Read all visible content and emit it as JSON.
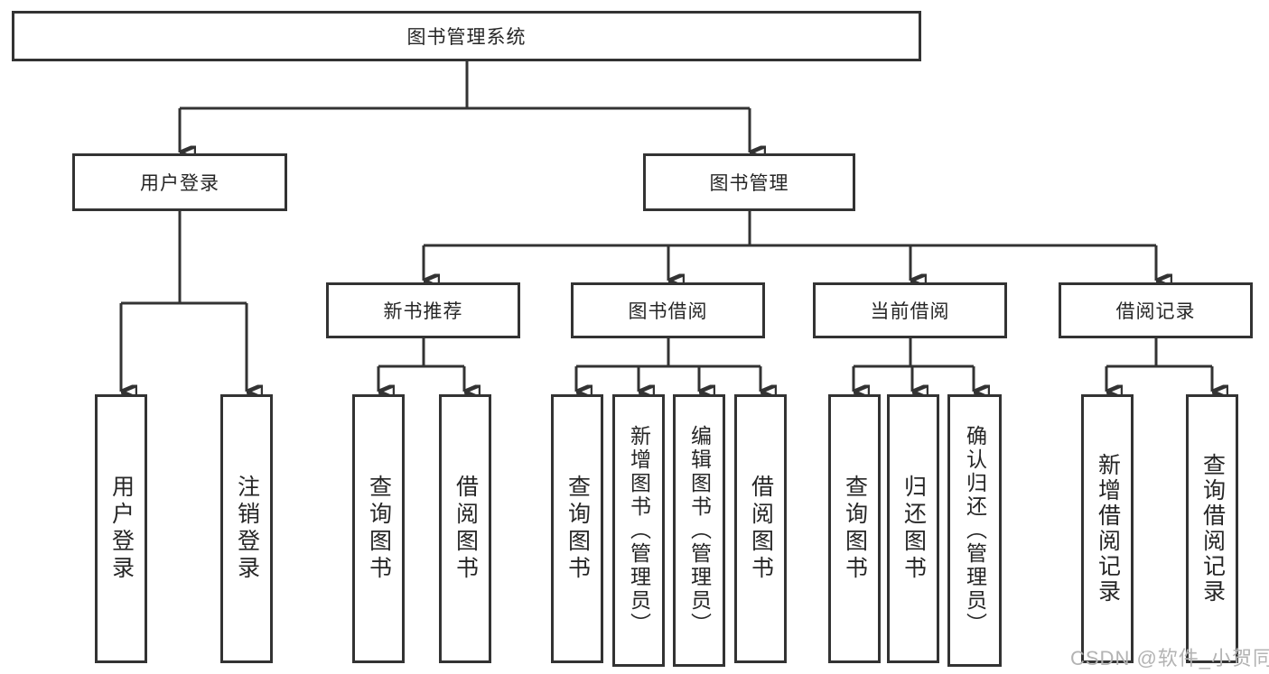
{
  "diagram": {
    "root": "图书管理系统",
    "level2": {
      "user_login": "用户登录",
      "book_management": "图书管理"
    },
    "level3": {
      "new_book_recommend": "新书推荐",
      "book_borrowing": "图书借阅",
      "current_borrowing": "当前借阅",
      "borrowing_records": "借阅记录"
    },
    "level4": {
      "user_login_children": [
        "用户登录",
        "注销登录"
      ],
      "new_book_recommend_children": [
        "查询图书",
        "借阅图书"
      ],
      "book_borrowing_children": [
        "查询图书",
        "新增图书（管理员）",
        "编辑图书（管理员）",
        "借阅图书"
      ],
      "current_borrowing_children": [
        "查询图书",
        "归还图书",
        "确认归还（管理员）"
      ],
      "borrowing_records_children": [
        "新增借阅记录",
        "查询借阅记录"
      ]
    },
    "colors": {
      "line": "#333333",
      "text": "#262626",
      "watermark": "#b3b3b3",
      "background": "#ffffff"
    }
  },
  "watermark": "CSDN @软件_小贺同学"
}
